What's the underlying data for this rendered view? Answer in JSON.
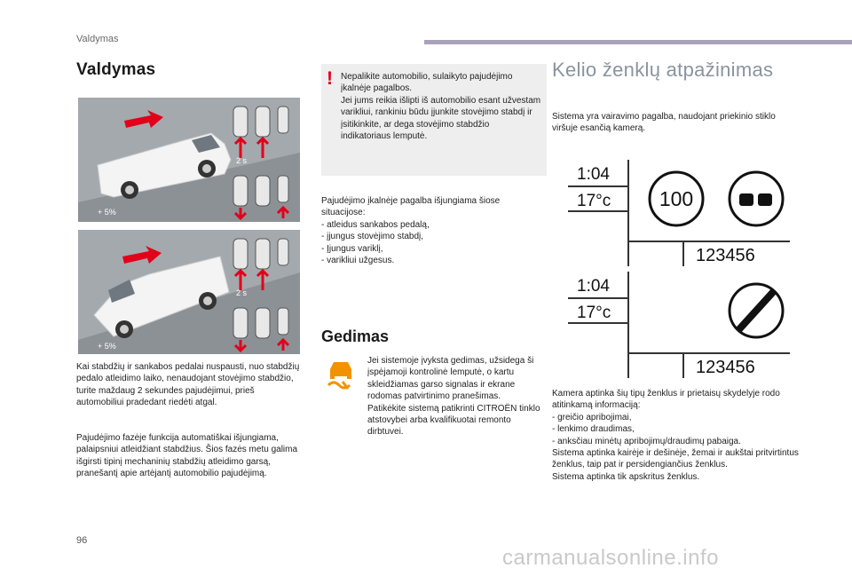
{
  "header": {
    "section": "Valdymas"
  },
  "left": {
    "title": "Valdymas",
    "img1_labels": {
      "grade": "+ 5%",
      "timer": "2 s"
    },
    "img2_labels": {
      "grade": "+ 5%",
      "timer": "2 s"
    },
    "para1": "Kai stabdžių ir sankabos pedalai nuspausti, nuo stabdžių pedalo atleidimo laiko, nenaudojant stovėjimo stabdžio, turite maždaug 2 sekundes pajudėjimui, prieš automobiliui pradedant riedėti atgal.",
    "para2": "Pajudėjimo fazėje funkcija automatiškai išjungiama, palaipsniui atleidžiant stabdžius. Šios fazės metu galima išgirsti tipinį mechaninių stabdžių atleidimo garsą, pranešantį apie artėjantį automobilio pajudėjimą."
  },
  "middle": {
    "warning": {
      "mark": "!",
      "lines": [
        "Nepalikite automobilio, sulaikyto pajudėjimo įkalnėje pagalbos.",
        "Jei jums reikia išlipti iš automobilio esant užvestam varikliui, rankiniu būdu įjunkite stovėjimo stabdį ir įsitikinkite, ar dega stovėjimo stabdžio indikatoriaus lemputė."
      ]
    },
    "off_intro": "Pajudėjimo įkalnėje pagalba išjungiama šiose situacijose:",
    "off_items": [
      "-   atleidus sankabos pedalą,",
      "-   įjungus stovėjimo stabdį,",
      "-   Įjungus variklį,",
      "-   varikliui užgesus."
    ],
    "gedimas_title": "Gedimas",
    "gedimas_lines": [
      "Jei sistemoje įvyksta gedimas, užsidega ši įspėjamoji kontrolinė lemputė, o kartu skleidžiamas garso signalas ir ekrane rodomas patvirtinimo pranešimas.",
      "Patikėkite sistemą patikrinti CITROËN tinklo atstovybei arba kvalifikuotai remonto dirbtuvei."
    ]
  },
  "right": {
    "title": "Kelio ženklų atpažinimas",
    "intro": "Sistema yra vairavimo pagalba, naudojant priekinio stiklo viršuje esančią kamerą.",
    "panel1": {
      "time": "1:04",
      "temp": "17°c",
      "speed": "100",
      "odo": "123456"
    },
    "panel2": {
      "time": "1:04",
      "temp": "17°c",
      "odo": "123456"
    },
    "info_intro": "Kamera aptinka šių tipų ženklus ir prietaisų skydelyje rodo atitinkamą informaciją:",
    "info_items": [
      "-   greičio apribojimai,",
      "-   lenkimo draudimas,",
      "-   anksčiau minėtų apribojimų/draudimų pabaiga."
    ],
    "info_tail": [
      "Sistema aptinka kairėje ir dešinėje, žemai ir aukštai pritvirtintus ženklus, taip pat ir persidengiančius ženklus.",
      "Sistema aptinka tik apskritus ženklus."
    ]
  },
  "footer": {
    "page": "96",
    "watermark": "carmanualsonline.info"
  },
  "colors": {
    "accent_red": "#e2001a",
    "title_grey": "#8a93a0",
    "header_bar": "#a9a2b8",
    "warning_orange": "#f39200"
  }
}
